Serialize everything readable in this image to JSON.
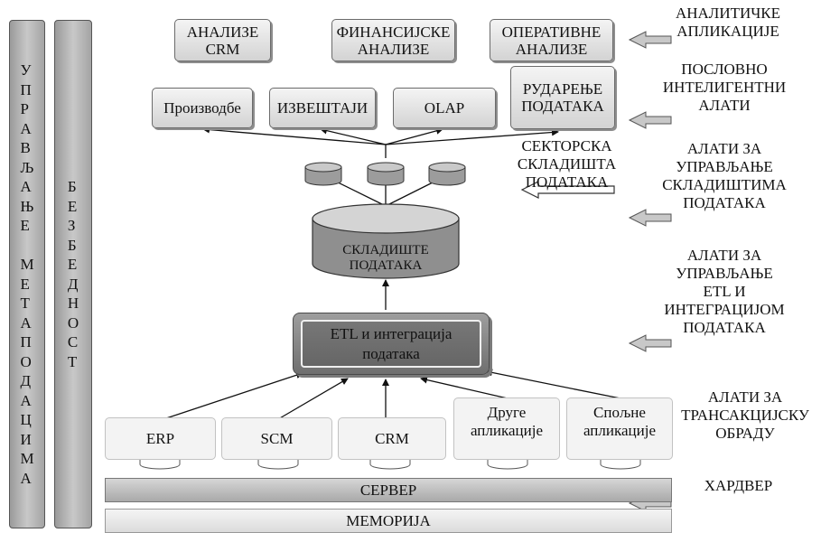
{
  "sidebars": {
    "metadata_management": [
      "У",
      "П",
      "Р",
      "А",
      "В",
      "Љ",
      "А",
      "Њ",
      "Е",
      "",
      "М",
      "Е",
      "Т",
      "А",
      "П",
      "О",
      "Д",
      "А",
      "Ц",
      "И",
      "М",
      "А"
    ],
    "security": [
      "Б",
      "Е",
      "З",
      "Б",
      "Е",
      "Д",
      "Н",
      "О",
      "С",
      "Т"
    ]
  },
  "analytic_apps": [
    "АНАЛИЗЕ\nCRM",
    "ФИНАНСИЈСКЕ\nАНАЛИЗЕ",
    "ОПЕРАТИВНЕ\nАНАЛИЗЕ"
  ],
  "bi_tools": [
    "Производбе",
    "ИЗВЕШТАЈИ",
    "OLAP",
    "РУДАРЕЊЕ\nПОДАТАКА"
  ],
  "data_marts_label": "СЕКТОРСКА\nСКЛАДИШТА\nПОДАТАКА",
  "data_warehouse_label": "СКЛАДИШТЕ\nПОДАТАКА",
  "etl_label": "ETL и интеграција\nподатака",
  "sources": [
    "ERP",
    "SCM",
    "CRM",
    "Друге\nапликације",
    "Спољне\nапликације"
  ],
  "server_label": "СЕРВЕР",
  "memory_label": "МЕМОРИЈА",
  "layer_labels": [
    "АНАЛИТИЧКЕ\nАПЛИКАЦИЈЕ",
    "ПОСЛОВНО\nИНТЕЛИГЕНТНИ\nАЛАТИ",
    "АЛАТИ ЗА\nУПРАВЉАЊЕ\nСКЛАДИШТИМА\nПОДАТАКА",
    "АЛАТИ ЗА\nУПРАВЉАЊЕ\nETL И\nИНТЕГРАЦИЈОМ\nПОДАТАКА",
    "АЛАТИ ЗА\nТРАНСАКЦИЈСКУ\nОБРАДУ",
    "ХАРДВЕР"
  ]
}
